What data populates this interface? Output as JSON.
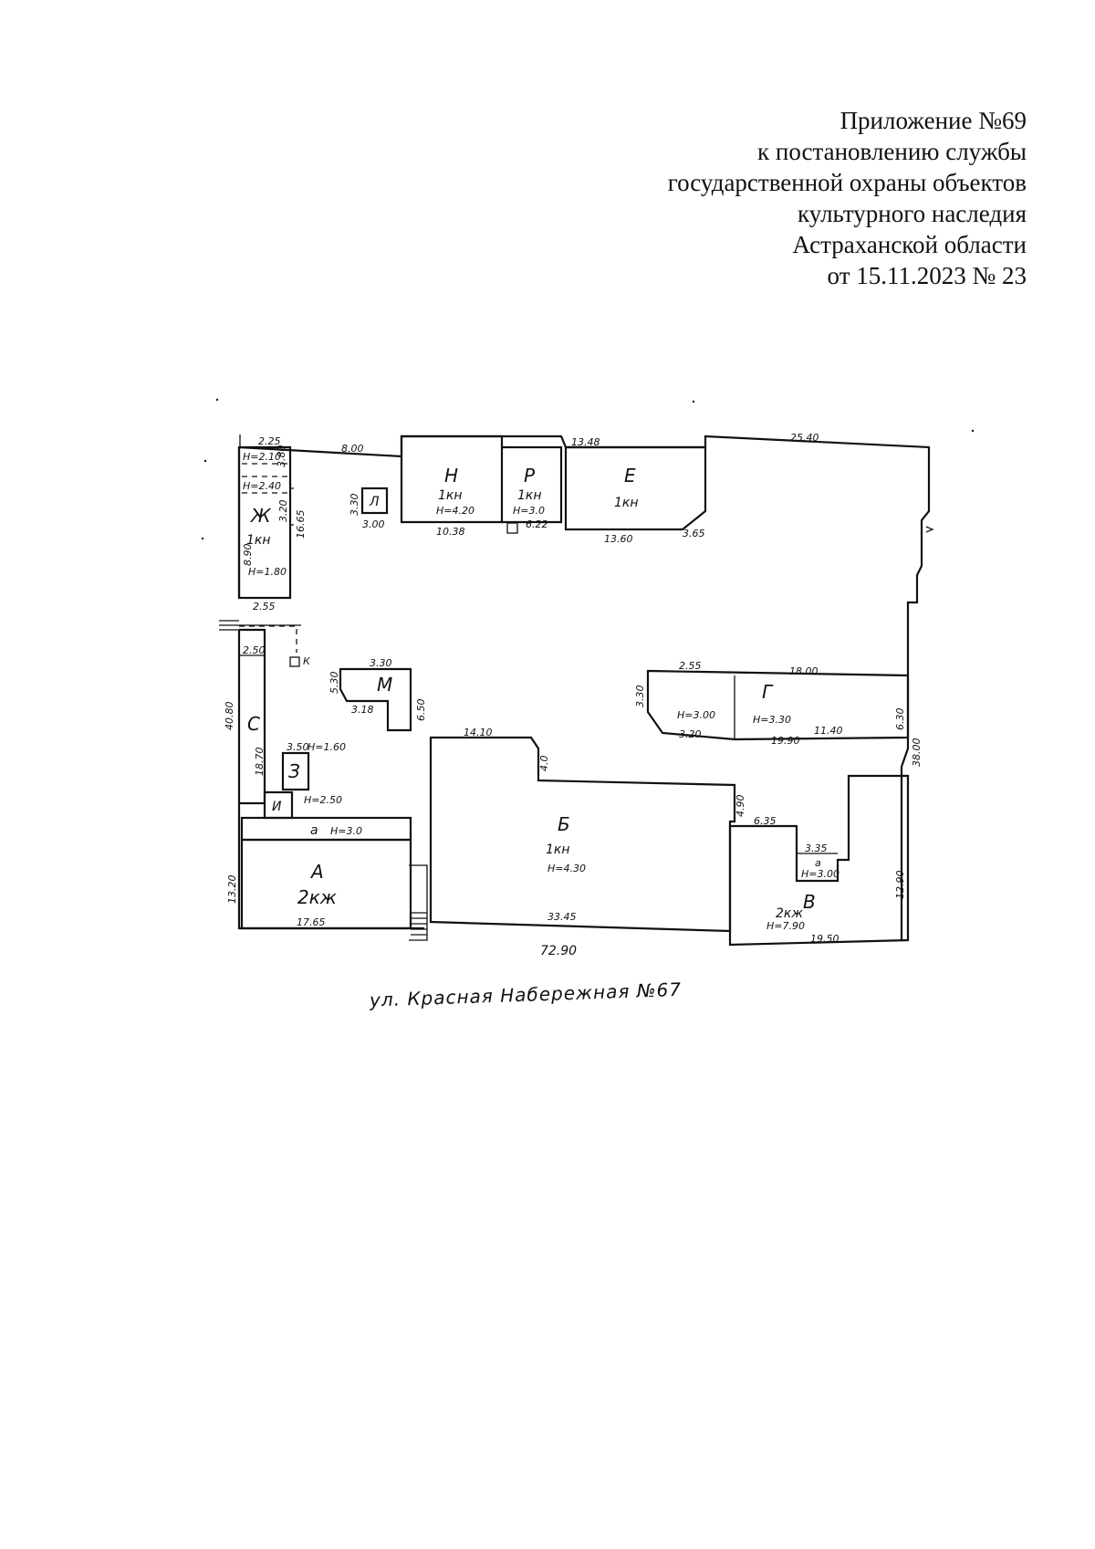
{
  "header": {
    "line1": "Приложение №69",
    "line2": "к постановлению службы",
    "line3": "государственной охраны объектов",
    "line4": "культурного наследия",
    "line5": "Астраханской области",
    "line6": "от 15.11.2023 № 23"
  },
  "plan": {
    "street": "ул. Красная Набережная №67",
    "buildings": {
      "A": {
        "letter": "А",
        "floors": "2кж"
      },
      "B": {
        "letter": "Б",
        "floors": "1кн",
        "height": "Н=4.30"
      },
      "V": {
        "letter": "В",
        "floors": "2кж",
        "height": "Н=7.90"
      },
      "G": {
        "letter": "Г",
        "height": "Н=3.30",
        "height2": "Н=3.00"
      },
      "E": {
        "letter": "Е",
        "floors": "1кн"
      },
      "R": {
        "letter": "Р",
        "floors": "1кн",
        "height": "Н=3.0"
      },
      "N": {
        "letter": "Н",
        "floors": "1кн",
        "height": "Н=4.20"
      },
      "ZH": {
        "letter": "Ж",
        "floors": "1кн",
        "height": "Н=1.80"
      },
      "M": {
        "letter": "М"
      },
      "S": {
        "letter": "С"
      },
      "Z": {
        "letter": "З",
        "height": "Н=1.60"
      },
      "I": {
        "letter": "И",
        "height": "Н=2.50"
      },
      "a": {
        "letter": "а",
        "height": "Н=3.0"
      },
      "L": {
        "letter": "Л"
      },
      "K": {
        "letter": "К"
      },
      "small_a": {
        "letter": "а",
        "height": "Н=3.00"
      }
    },
    "dims": {
      "top_left": "2.25",
      "top_2": "8.00",
      "top_3": "13.48",
      "top_4": "25.40",
      "n_bottom": "10.38",
      "r_bottom": "6.22",
      "e_bottom": "13.60",
      "e_notch": "3.65",
      "l_w": "3.00",
      "l_h": "3.30",
      "zh_top1": "Н=2.10",
      "zh_top2": "Н=2.40",
      "zh_side1": "3.80",
      "zh_side2": "3.20",
      "zh_side3": "16.65",
      "zh_bottom": "2.55",
      "zh_left": "8.90",
      "s_top": "2.50",
      "s_side": "18.70",
      "left_long": "40.80",
      "m_top": "3.30",
      "m_left": "5.30",
      "m_bottom": "3.18",
      "m_right": "6.50",
      "b_top": "14.10",
      "b_notch": "4.0",
      "b_bottom": "33.45",
      "overall_bottom": "72.90",
      "a_left": "13.20",
      "a_bottom": "17.65",
      "g_top1": "2.55",
      "g_top2": "18.00",
      "g_left": "3.30",
      "g_b1": "3.20",
      "g_b2": "19.90",
      "g_b3": "11.40",
      "g_right": "6.30",
      "right_long": "38.00",
      "v_notch": "4.90",
      "v_top": "6.35",
      "v_small_a": "3.35",
      "v_right": "12.90",
      "v_bottom": "19.50",
      "z_top": "3.50"
    }
  }
}
